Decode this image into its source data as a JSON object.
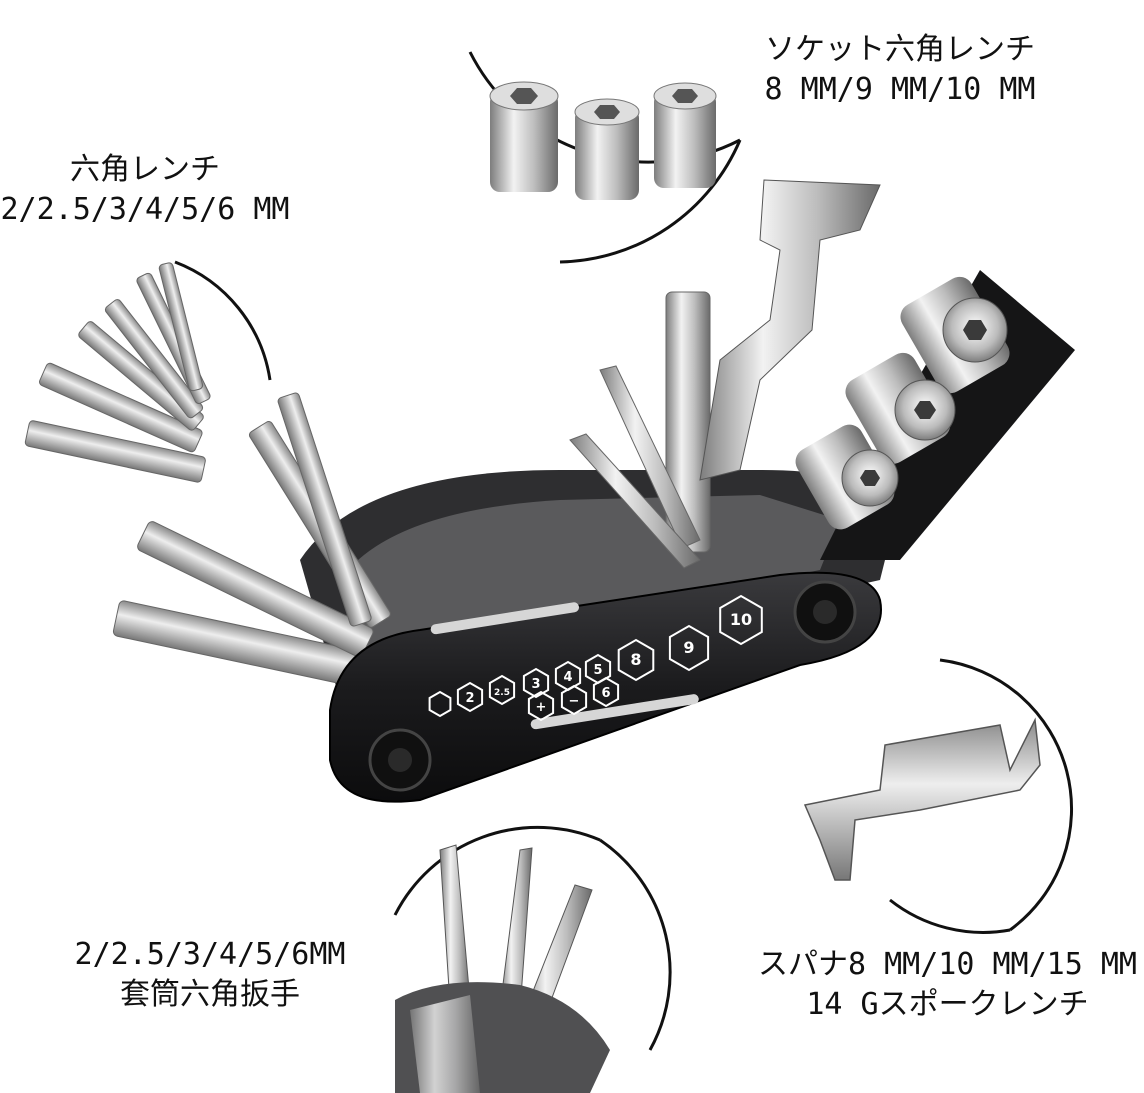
{
  "callouts": {
    "socket": {
      "line1": "ソケット六角レンチ",
      "line2": "8 MM/9 MM/10 MM"
    },
    "hex": {
      "line1": "六角レンチ",
      "line2": "2/2.5/3/4/5/6 MM"
    },
    "nut": {
      "line1": "2/2.5/3/4/5/6MM",
      "line2": "套筒六角扳手"
    },
    "spanner": {
      "line1": "スパナ8 MM/10 MM/15 MM",
      "line2": "14 Gスポークレンチ"
    }
  },
  "body_markings": {
    "row1": [
      "2",
      "2.5",
      "3",
      "4",
      "5",
      "8",
      "9",
      "10"
    ],
    "row2": [
      "+",
      "−",
      "6"
    ]
  },
  "colors": {
    "body": "#1b1b1d",
    "steel": "#c8c8c8",
    "text": "#111111"
  }
}
